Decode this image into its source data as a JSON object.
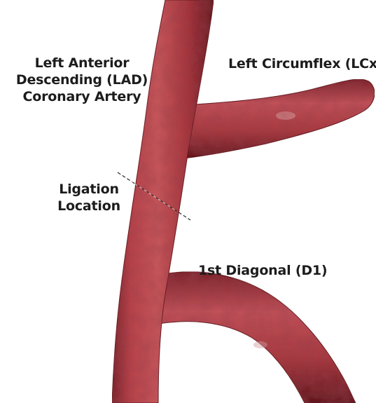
{
  "labels": {
    "lad": [
      "Left Anterior",
      "Descending (LAD)",
      "Coronary Artery"
    ],
    "lcx": "Left Circumflex (LCx)",
    "ligation": [
      "Ligation",
      "Location"
    ],
    "d1": "1st Diagonal (D1)"
  },
  "colors": {
    "vessel": "#a8353a",
    "vessel_dark": "#6e1c22",
    "vessel_light": "#cf5a5c",
    "text": "#1c1c1c",
    "ligation_line": "#2a2a2a"
  },
  "icons": [
    "artery-illustration",
    "ligation-marker"
  ]
}
